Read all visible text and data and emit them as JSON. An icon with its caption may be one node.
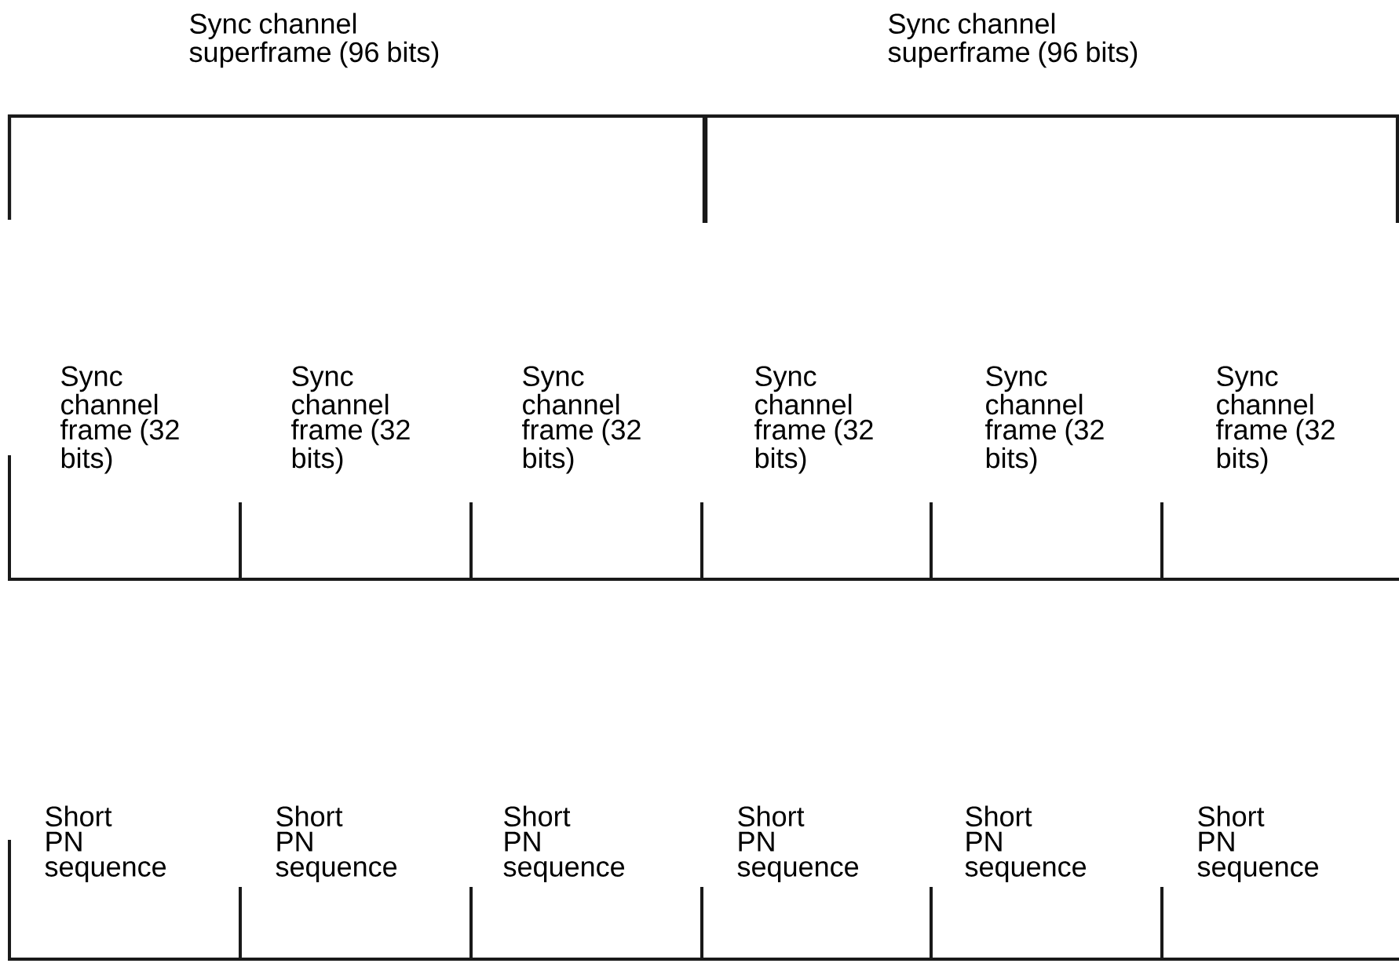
{
  "diagram": {
    "nodes": [
      {
        "text": [
          "Sync channel superframe (96 bits)"
        ]
      },
      {
        "text": [
          "Sync channel superframe (96 bits)"
        ]
      },
      {
        "text": [
          "Sync channel frame (32 bits)"
        ]
      },
      {
        "text": [
          "Sync channel frame (32 bits)"
        ]
      },
      {
        "text": [
          "Sync channel frame (32 bits)"
        ]
      },
      {
        "text": [
          "Sync channel frame (32 bits)"
        ]
      },
      {
        "text": [
          "Sync channel frame (32 bits)"
        ]
      },
      {
        "text": [
          "Sync channel frame (32 bits)"
        ]
      },
      {
        "text": [
          "Short PN sequence"
        ]
      },
      {
        "text": [
          "Short PN sequence"
        ]
      },
      {
        "text": [
          "Short PN sequence"
        ]
      },
      {
        "text": [
          "Short PN sequence"
        ]
      },
      {
        "text": [
          "Short PN sequence"
        ]
      },
      {
        "text": [
          "Short PN sequence"
        ]
      }
    ]
  }
}
